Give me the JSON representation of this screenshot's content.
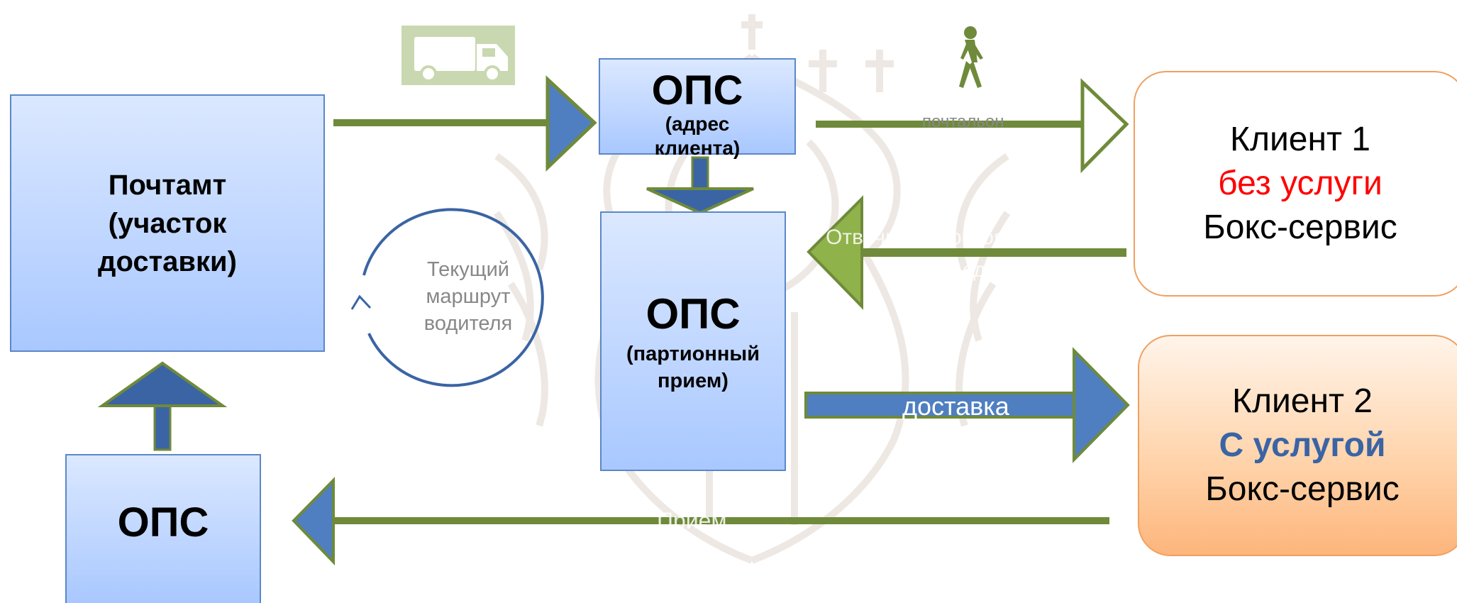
{
  "boxes": {
    "pochtamt": {
      "line1": "Почтамт",
      "line2": "(участок",
      "line3": "доставки)"
    },
    "ops_address": {
      "title": "ОПС",
      "line1": "(адрес",
      "line2": "клиента)"
    },
    "ops_batch": {
      "title": "ОПС",
      "line1": "(партионный",
      "line2": "прием)"
    },
    "ops_bottom": {
      "title": "ОПС"
    }
  },
  "route": {
    "line1": "Текущий",
    "line2": "маршрут",
    "line3": "водителя"
  },
  "clients": {
    "client1": {
      "name": "Клиент 1",
      "service": "без услуги",
      "product": "Бокс-сервис",
      "service_color": "#ff0000"
    },
    "client2": {
      "name": "Клиент 2",
      "service": "С услугой",
      "product": "Бокс-сервис",
      "service_color": "#3a64a4"
    }
  },
  "arrows": {
    "postman_label": "почтальон",
    "self_pickup_line1": "Отвечит самостоятельно",
    "self_pickup_line2": "в ОПС сдачи",
    "delivery_label": "доставка",
    "intake_label": "Прием"
  },
  "icons": {
    "truck": "truck-icon",
    "walker": "walking-person-icon",
    "watermark": "eagle-emblem-watermark"
  },
  "colors": {
    "olive": "#6f8a3a",
    "blue_arrow": "#4f7fc0",
    "light_green": "#8fb24a",
    "route_circle": "#3a64a4",
    "box_border": "#5b87c9"
  }
}
